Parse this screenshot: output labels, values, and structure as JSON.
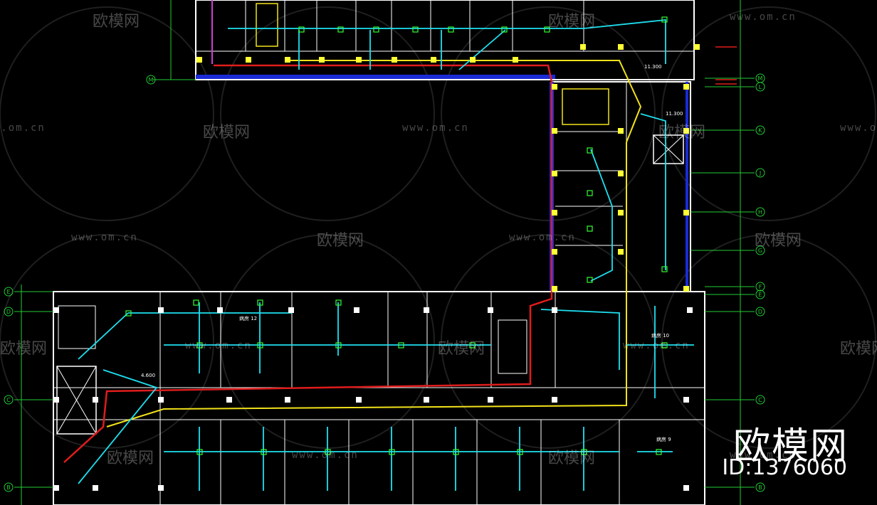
{
  "brand": {
    "name": "欧模网",
    "id_label": "ID:1376060"
  },
  "watermark": {
    "logo_text": "欧模网",
    "url": "www.om.cn"
  },
  "grid_labels": [
    "M",
    "L",
    "K",
    "J",
    "H",
    "G",
    "F",
    "E",
    "D",
    "C",
    "B"
  ],
  "annotations": {
    "elevation_a": "11.300",
    "elevation_b": "11.300",
    "elevation_c": "4.600",
    "room_10": "病房 10",
    "room_12": "病房 12",
    "room_9": "病房 9"
  },
  "colors": {
    "wall": "#ffffff",
    "beam": "#1a2bd6",
    "pipe_cyan": "#1ee0f0",
    "pipe_red": "#e01c1c",
    "pipe_yellow": "#f2e21a",
    "axis_green": "#22cc33",
    "node_green": "#33ff33",
    "column_yellow": "#ffff33"
  }
}
